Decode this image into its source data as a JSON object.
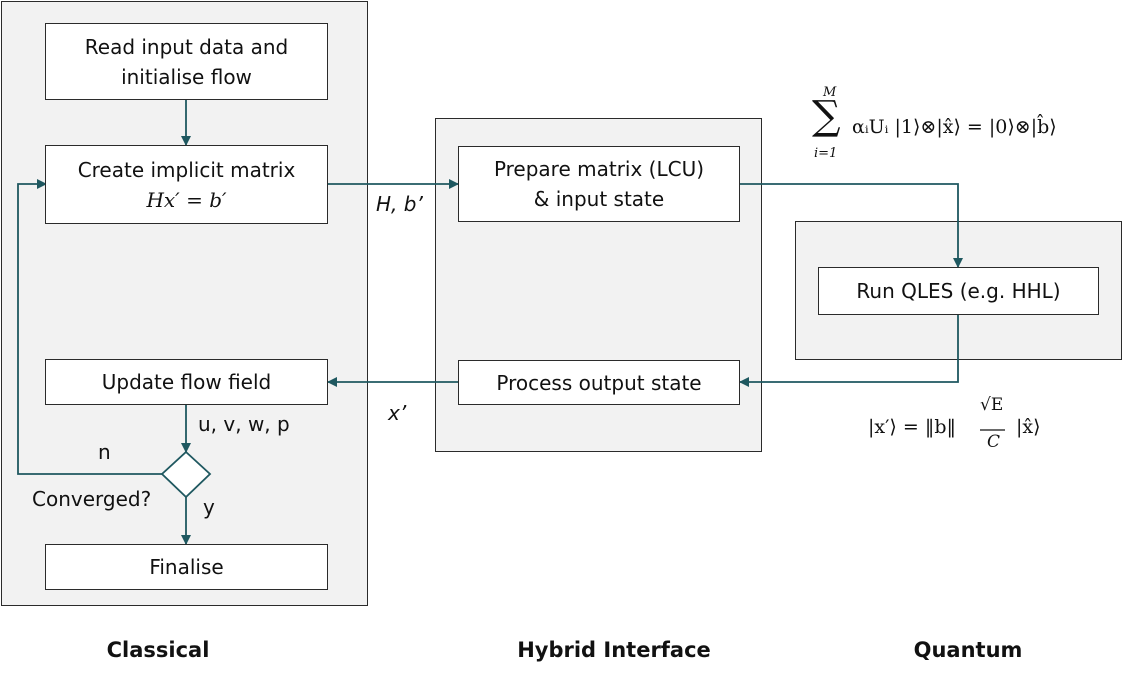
{
  "boxes": {
    "read_input": {
      "line1": "Read input data and",
      "line2": "initialise flow"
    },
    "create_matrix": {
      "line1": "Create implicit matrix",
      "equation": "Hx′ = b′"
    },
    "update_flow": {
      "label": "Update flow field"
    },
    "decision": {
      "label": "Converged?"
    },
    "finalise": {
      "label": "Finalise"
    },
    "prepare_matrix": {
      "line1": "Prepare matrix (LCU)",
      "line2": "& input state"
    },
    "process_output": {
      "label": "Process output state"
    },
    "run_qles": {
      "label": "Run QLES (e.g. HHL)"
    }
  },
  "edge_labels": {
    "matrix_to_interface": "H, b’",
    "output_to_classical": "x’",
    "flow_variables": "u, v, w, p",
    "not_converged": "n",
    "converged": "y"
  },
  "equations": {
    "lcu_sum_upper": "M",
    "lcu_sum_symbol": "∑",
    "lcu_sum_lower": "i=1",
    "lcu_body": "αᵢUᵢ |1⟩⊗|x̂⟩ = |0⟩⊗|b̂⟩",
    "output_lhs": "|x′⟩ = ‖b‖",
    "output_frac_num": "√E",
    "output_frac_den": "C",
    "output_rhs": "|x̂⟩"
  },
  "columns": {
    "classical": "Classical",
    "hybrid": "Hybrid Interface",
    "quantum": "Quantum"
  },
  "colors": {
    "connector": "#1f5860",
    "region_fill": "#f2f2f2",
    "border": "#2b2b2b"
  }
}
